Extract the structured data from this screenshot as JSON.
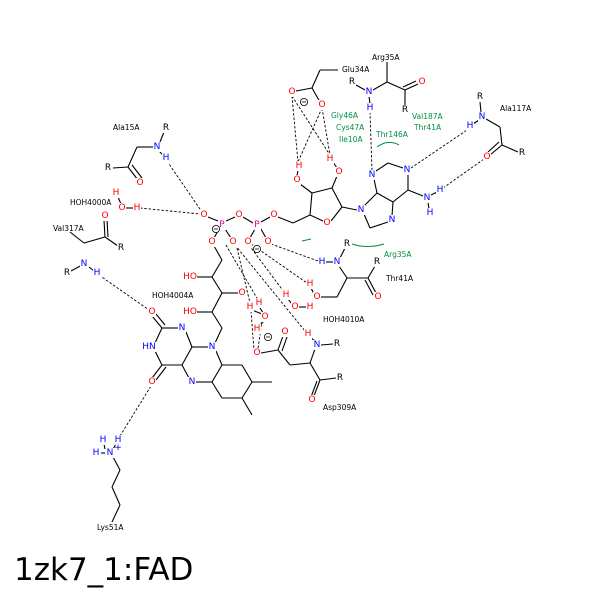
{
  "title": "1zk7_1:FAD",
  "colors": {
    "C": "#000000",
    "O": "#ff0000",
    "N": "#0000ff",
    "H_on_N": "#0000ff",
    "P": "#e0008a",
    "R": "#000000",
    "hydrophobic": "#009040"
  },
  "residues": {
    "glu34": "Glu34A",
    "arg35_top": "Arg35A",
    "ala117": "Ala117A",
    "ala15": "Ala15A",
    "val317": "Val317A",
    "lys51": "Lys51A",
    "thr41": "Thr41A",
    "asp309": "Asp309A"
  },
  "waters": {
    "w4000": "HOH4000A",
    "w4004": "HOH4004A",
    "w4010": "HOH4010A"
  },
  "hydrophobic_contacts": {
    "gly46": "Gly46A",
    "cys47": "Cys47A",
    "ile10": "Ile10A",
    "val187": "Val187A",
    "thr41": "Thr41A",
    "thr146": "Thr146A",
    "arg35": "Arg35A"
  },
  "atoms": [
    "O",
    "N",
    "HN",
    "O",
    "N",
    "N",
    "HO",
    "O",
    "HO",
    "O",
    "P",
    "O",
    "O",
    "O",
    "P",
    "O",
    "O",
    "O",
    "O",
    "H",
    "O",
    "H",
    "O",
    "N",
    "N",
    "N",
    "N",
    "N",
    "H",
    "H",
    "O",
    "O",
    "N",
    "R",
    "H",
    "O",
    "R",
    "N",
    "R",
    "H",
    "O",
    "R",
    "N",
    "R",
    "H",
    "R",
    "O",
    "H",
    "O",
    "H",
    "O",
    "R",
    "N",
    "R",
    "H",
    "H",
    "H",
    "H",
    "N",
    "+",
    "R",
    "N",
    "H",
    "R",
    "O",
    "O",
    "H",
    "H",
    "O",
    "H",
    "O",
    "O",
    "N",
    "R",
    "H",
    "O",
    "R",
    "H",
    "H",
    "O",
    "H"
  ]
}
